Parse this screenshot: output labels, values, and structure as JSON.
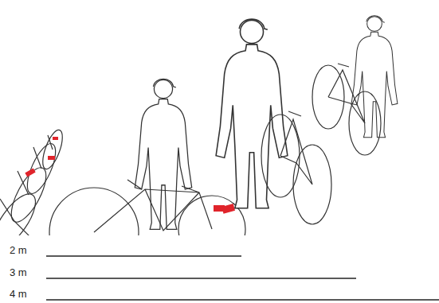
{
  "diagram": {
    "labels": [
      "2 m",
      "3 m",
      "4 m"
    ]
  }
}
